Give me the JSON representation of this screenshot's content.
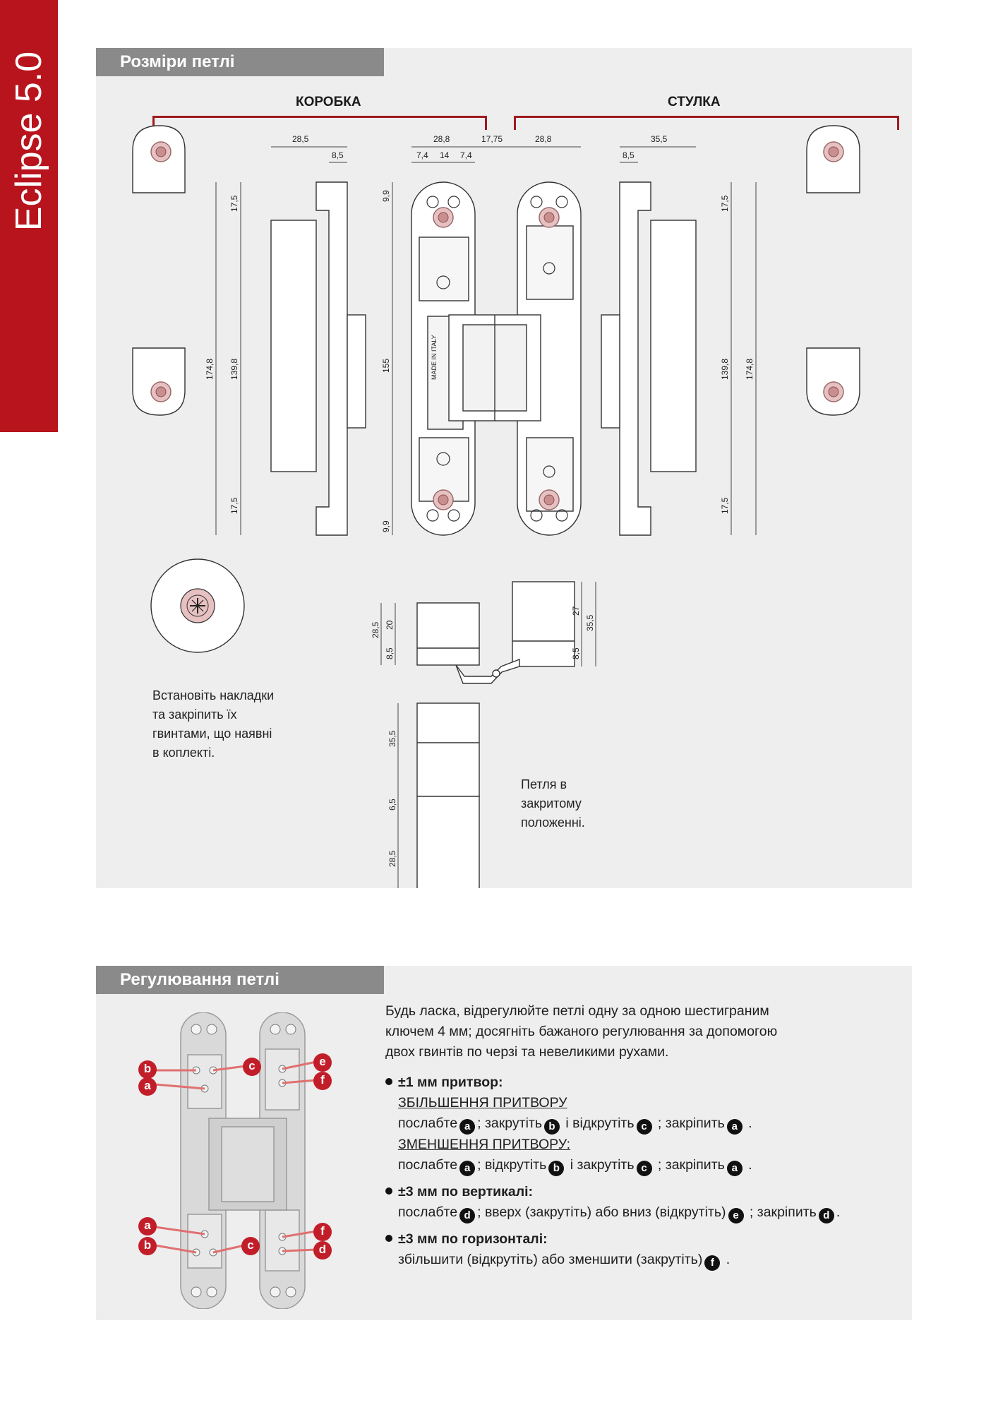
{
  "side_tab": {
    "text": "Eclipse 5.0"
  },
  "section_dimensions": {
    "title": "Розміри петлі",
    "frame_label": "КОРОБКА",
    "door_label": "СТУЛКА",
    "dims": {
      "d28_5": "28,5",
      "d8_5": "8,5",
      "d28_8": "28,8",
      "d17_75": "17,75",
      "d7_4": "7,4",
      "d14": "14",
      "d35_5": "35,5",
      "d9_9": "9,9",
      "d17_5": "17,5",
      "d174_8": "174,8",
      "d139_8": "139,8",
      "d155": "155",
      "d20": "20",
      "d27": "27",
      "d6_5": "6,5"
    },
    "made_in": "MADE IN ITALY",
    "install_note": [
      "Встановіть накладки",
      "та закріпить їх",
      "гвинтами, що наявні",
      "в коплекті."
    ],
    "closed_note": [
      "Петля в",
      "закритому",
      "положенні."
    ]
  },
  "section_adjust": {
    "title": "Регулювання петлі",
    "intro": [
      "Будь ласка, відрегулюйте петлі одну за одною шестиграним",
      "ключем 4 мм; досягніть бажаного регулювання за допомогою",
      "двох гвинтів по черзі та невеликими рухами."
    ],
    "b1_title": "±1 мм притвор:",
    "b1_increase": "ЗБІЛЬШЕННЯ ПРИТВОРУ",
    "b1_line1_a": "послабте",
    "b1_line1_b": "; закрутіть",
    "b1_line1_c": " і відкрутіть",
    "b1_line1_d": " ; закріпить",
    "b1_line1_e": " .",
    "b1_decrease": "ЗМЕНШЕННЯ ПРИТВОРУ:",
    "b1_line2_a": "послабте",
    "b1_line2_b": "; відкрутіть",
    "b1_line2_c": " і закрутіть",
    "b1_line2_d": "  ; закріпить",
    "b1_line2_e": " .",
    "b2_title": "±3 мм по вертикалі:",
    "b2_a": "послабте",
    "b2_b": "; вверх (закрутіть) або вниз (відкрутіть)",
    "b2_c": " ; закріпить",
    "b2_d": ".",
    "b3_title": "±3 мм по горизонталі:",
    "b3_a": "збільшити (відкрутіть) або зменшити (закрутіть)",
    "b3_b": "  .",
    "letters": {
      "a": "a",
      "b": "b",
      "c": "c",
      "d": "d",
      "e": "e",
      "f": "f"
    }
  },
  "colors": {
    "brand_red": "#b8141d",
    "section_gray": "#8a8a8a",
    "panel_bg": "#eeeeee",
    "screw_red": "#d9a0a0"
  }
}
